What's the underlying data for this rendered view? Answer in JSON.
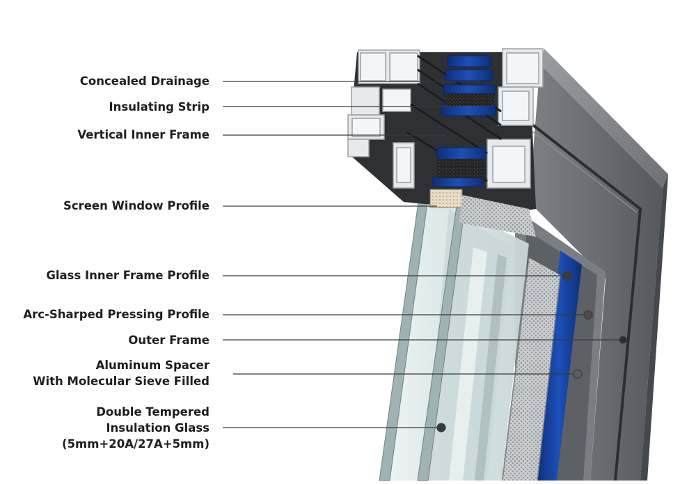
{
  "diagram": {
    "labels": [
      {
        "id": "concealed-drainage",
        "lines": [
          "Concealed Drainage"
        ]
      },
      {
        "id": "insulating-strip",
        "lines": [
          "Insulating Strip"
        ]
      },
      {
        "id": "vertical-inner-frame",
        "lines": [
          "Vertical Inner Frame"
        ]
      },
      {
        "id": "screen-window-profile",
        "lines": [
          "Screen Window Profile"
        ]
      },
      {
        "id": "glass-inner-frame-profile",
        "lines": [
          "Glass Inner Frame Profile"
        ]
      },
      {
        "id": "arc-sharped-pressing-profile",
        "lines": [
          "Arc-Sharped Pressing Profile"
        ]
      },
      {
        "id": "outer-frame",
        "lines": [
          "Outer Frame"
        ]
      },
      {
        "id": "aluminum-spacer",
        "lines": [
          "Aluminum Spacer",
          "With Molecular Sieve Filled"
        ]
      },
      {
        "id": "double-tempered-glass",
        "lines": [
          "Double Tempered",
          "Insulation Glass",
          "(5mm+20A/27A+5mm)"
        ]
      }
    ]
  },
  "colors": {
    "background": "#ffffff",
    "label_text": "#1e1e1e",
    "leader_line": "#3a3a3a",
    "frame_grey": "#6b6e72",
    "frame_dark": "#2b2d30",
    "aluminum_section": "#e8ecee",
    "insulating_blue": "#1b56c4",
    "glass_tint": "#d5e2e4",
    "foam_black": "#1a1a1a"
  }
}
